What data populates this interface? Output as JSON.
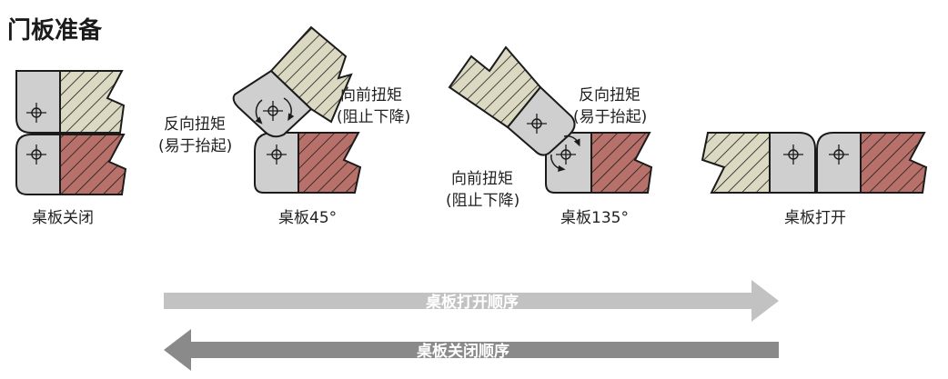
{
  "title": "门板准备",
  "stages": {
    "closed": "桌板关闭",
    "deg45": "桌板45°",
    "deg135": "桌板135°",
    "open": "桌板打开"
  },
  "torque": {
    "reverse": "反向扭矩",
    "reverse_note": "(易于抬起)",
    "forward": "向前扭矩",
    "forward_note": "(阻止下降)"
  },
  "arrows": {
    "open_sequence": "桌板打开顺序",
    "close_sequence": "桌板关闭顺序"
  },
  "colors": {
    "panel_cream": "#dcd9c2",
    "panel_red": "#b8716a",
    "hinge_gray": "#cfcfcf",
    "outline": "#1b1b1b",
    "arrow_open": "#c2c2c2",
    "arrow_close": "#8a8a8a"
  }
}
